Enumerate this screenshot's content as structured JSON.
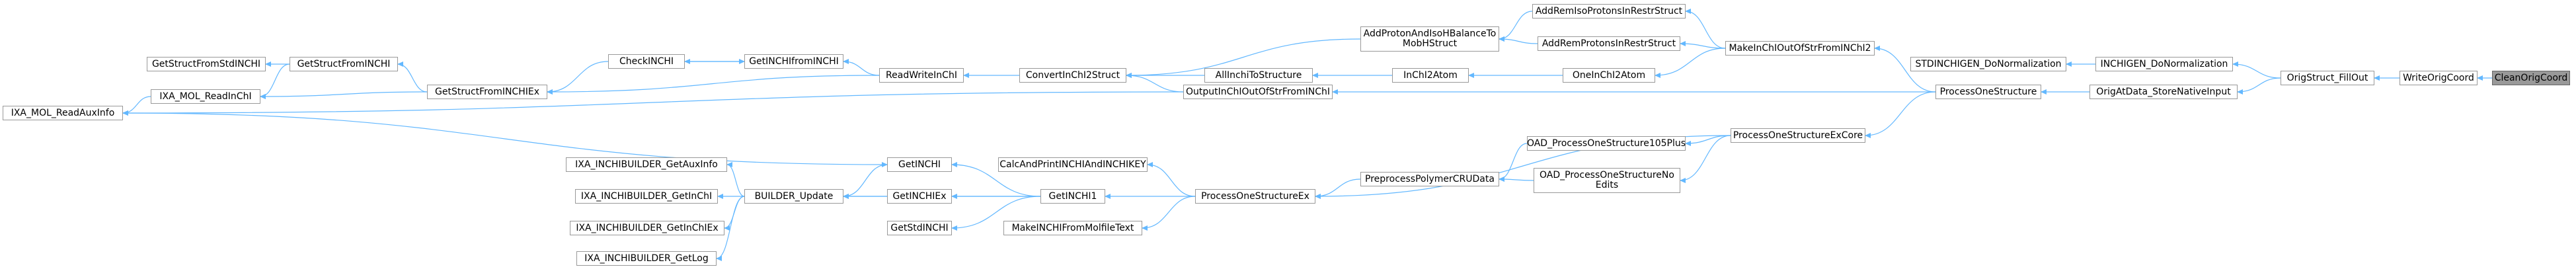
{
  "graph": {
    "title": "",
    "edge_color": "#63b8ff",
    "node_border_color": "#999999",
    "current_node_fill": "#999999",
    "current_node": "CleanOrigCoord",
    "nodes": {
      "clean_orig_coord": "CleanOrigCoord",
      "write_orig_coord": "WriteOrigCoord",
      "orig_struct_fill_out": "OrigStruct_FillOut",
      "inchigen_do_normalization": "INCHIGEN_DoNormalization",
      "orig_at_data_store_native_input": "OrigAtData_StoreNativeInput",
      "stdinchigen_do_normalization": "STDINCHIGEN_DoNormalization",
      "process_one_structure": "ProcessOneStructure",
      "make_inchi_out_of_strfrom_inchi2": "MakeInChIOutOfStrFromINChI2",
      "output_inchi_out_of_strfrom_inchi": "OutputInChIOutOfStrFromINChI",
      "process_one_structure_ex_core": "ProcessOneStructureExCore",
      "add_remiso_protons_in_restr_struct": "AddRemIsoProtonsInRestrStruct",
      "add_rem_protons_in_restr_struct": "AddRemProtonsInRestrStruct",
      "one_inchi2_atom": "OneInChI2Atom",
      "add_proton_and_iso_h_balance": "AddProtonAndIsoHBalanceTo MobHStruct",
      "inchi2_atom": "InChI2Atom",
      "all_inchi_to_structure": "AllInchiToStructure",
      "convert_inchi2_struct": "ConvertInChI2Struct",
      "read_write_inchi": "ReadWriteInChI",
      "get_inchi_from_inchi": "GetINCHIfromINCHI",
      "check_inchi": "CheckINCHI",
      "get_struct_from_inchi_ex": "GetStructFromINCHIEx",
      "get_struct_from_inchi": "GetStructFromINCHI",
      "get_struct_from_std_inchi": "GetStructFromStdINCHI",
      "ixa_mol_read_inchi": "IXA_MOL_ReadInChI",
      "ixa_mol_read_aux_info": "IXA_MOL_ReadAuxInfo",
      "oad_process_one_structure_105plus": "OAD_ProcessOneStructure105Plus",
      "oad_process_one_structure_no_edits": "OAD_ProcessOneStructureNo Edits",
      "preprocess_polymer_cru_data": "PreprocessPolymerCRUData",
      "process_one_structure_ex": "ProcessOneStructureEx",
      "calc_and_print_inchi_and_inchikey": "CalcAndPrintINCHIAndINCHIKEY",
      "get_inchi1": "GetINCHI1",
      "make_inchi_from_molfile_text": "MakeINCHIFromMolfileText",
      "get_inchi": "GetINCHI",
      "get_inchi_ex": "GetINCHIEx",
      "get_std_inchi": "GetStdINCHI",
      "builder_update": "BUILDER_Update",
      "ixa_inchibuilder_get_aux_info": "IXA_INCHIBUILDER_GetAuxInfo",
      "ixa_inchibuilder_get_inchi": "IXA_INCHIBUILDER_GetInChI",
      "ixa_inchibuilder_get_inchi_ex": "IXA_INCHIBUILDER_GetInChIEx",
      "ixa_inchibuilder_get_log": "IXA_INCHIBUILDER_GetLog"
    },
    "edges": [
      [
        "write_orig_coord",
        "clean_orig_coord"
      ],
      [
        "orig_struct_fill_out",
        "write_orig_coord"
      ],
      [
        "inchigen_do_normalization",
        "orig_struct_fill_out"
      ],
      [
        "orig_at_data_store_native_input",
        "orig_struct_fill_out"
      ],
      [
        "stdinchigen_do_normalization",
        "inchigen_do_normalization"
      ],
      [
        "process_one_structure",
        "orig_at_data_store_native_input"
      ],
      [
        "make_inchi_out_of_strfrom_inchi2",
        "process_one_structure"
      ],
      [
        "output_inchi_out_of_strfrom_inchi",
        "process_one_structure"
      ],
      [
        "process_one_structure_ex_core",
        "process_one_structure"
      ],
      [
        "add_remiso_protons_in_restr_struct",
        "make_inchi_out_of_strfrom_inchi2"
      ],
      [
        "add_rem_protons_in_restr_struct",
        "make_inchi_out_of_strfrom_inchi2"
      ],
      [
        "one_inchi2_atom",
        "make_inchi_out_of_strfrom_inchi2"
      ],
      [
        "add_proton_and_iso_h_balance",
        "add_remiso_protons_in_restr_struct"
      ],
      [
        "add_proton_and_iso_h_balance",
        "add_rem_protons_in_restr_struct"
      ],
      [
        "inchi2_atom",
        "one_inchi2_atom"
      ],
      [
        "all_inchi_to_structure",
        "inchi2_atom"
      ],
      [
        "convert_inchi2_struct",
        "all_inchi_to_structure"
      ],
      [
        "convert_inchi2_struct",
        "add_proton_and_iso_h_balance"
      ],
      [
        "convert_inchi2_struct",
        "output_inchi_out_of_strfrom_inchi"
      ],
      [
        "read_write_inchi",
        "convert_inchi2_struct"
      ],
      [
        "get_inchi_from_inchi",
        "read_write_inchi"
      ],
      [
        "get_struct_from_inchi_ex",
        "read_write_inchi"
      ],
      [
        "check_inchi",
        "get_inchi_from_inchi"
      ],
      [
        "get_inchi_from_inchi",
        "check_inchi"
      ],
      [
        "get_struct_from_inchi_ex",
        "check_inchi"
      ],
      [
        "get_struct_from_inchi",
        "get_struct_from_inchi_ex"
      ],
      [
        "ixa_mol_read_inchi",
        "get_struct_from_inchi_ex"
      ],
      [
        "get_struct_from_std_inchi",
        "get_struct_from_inchi"
      ],
      [
        "ixa_mol_read_inchi",
        "get_struct_from_inchi"
      ],
      [
        "ixa_mol_read_aux_info",
        "ixa_mol_read_inchi"
      ],
      [
        "ixa_mol_read_aux_info",
        "output_inchi_out_of_strfrom_inchi"
      ],
      [
        "get_inchi",
        "ixa_mol_read_aux_info"
      ],
      [
        "oad_process_one_structure_105plus",
        "process_one_structure_ex_core"
      ],
      [
        "oad_process_one_structure_no_edits",
        "process_one_structure_ex_core"
      ],
      [
        "process_one_structure_ex",
        "process_one_structure_ex_core"
      ],
      [
        "preprocess_polymer_cru_data",
        "oad_process_one_structure_105plus"
      ],
      [
        "preprocess_polymer_cru_data",
        "oad_process_one_structure_no_edits"
      ],
      [
        "process_one_structure_ex",
        "preprocess_polymer_cru_data"
      ],
      [
        "calc_and_print_inchi_and_inchikey",
        "process_one_structure_ex"
      ],
      [
        "get_inchi1",
        "process_one_structure_ex"
      ],
      [
        "make_inchi_from_molfile_text",
        "process_one_structure_ex"
      ],
      [
        "get_inchi",
        "get_inchi1"
      ],
      [
        "get_inchi_ex",
        "get_inchi1"
      ],
      [
        "get_std_inchi",
        "get_inchi1"
      ],
      [
        "builder_update",
        "get_inchi"
      ],
      [
        "builder_update",
        "get_inchi_ex"
      ],
      [
        "builder_update",
        "get_inchi1"
      ],
      [
        "ixa_inchibuilder_get_aux_info",
        "builder_update"
      ],
      [
        "ixa_inchibuilder_get_inchi",
        "builder_update"
      ],
      [
        "ixa_inchibuilder_get_inchi_ex",
        "builder_update"
      ],
      [
        "ixa_inchibuilder_get_log",
        "builder_update"
      ]
    ]
  }
}
